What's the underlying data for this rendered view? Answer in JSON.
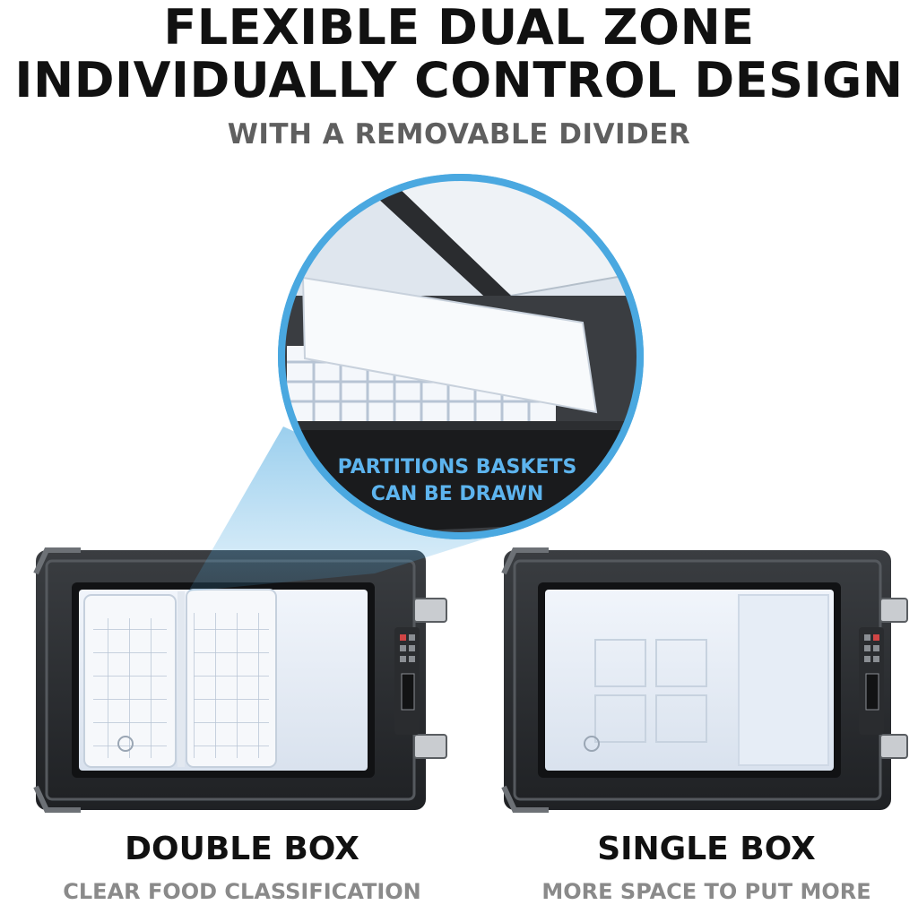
{
  "header": {
    "line1": "FLEXIBLE DUAL ZONE",
    "line2": "INDIVIDUALLY CONTROL DESIGN",
    "subtitle": "WITH A REMOVABLE DIVIDER"
  },
  "callout": {
    "line1": "PARTITIONS BASKETS",
    "line2": "CAN BE DRAWN"
  },
  "left_panel": {
    "title": "DOUBLE BOX",
    "subtitle": "CLEAR FOOD CLASSIFICATION"
  },
  "right_panel": {
    "title": "SINGLE BOX",
    "subtitle": "MORE SPACE TO PUT MORE"
  },
  "colors": {
    "accent_blue": "#4aa8e0",
    "callout_text": "#5db4ee",
    "frame_dark": "#2b2e31",
    "interior": "#e8eef6"
  }
}
